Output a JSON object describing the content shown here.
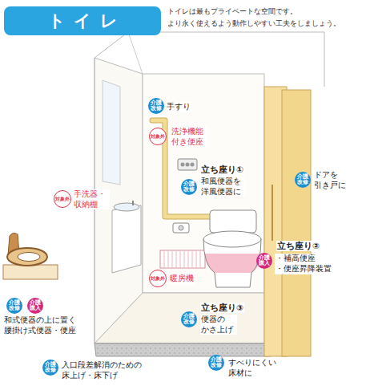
{
  "diagram": {
    "title": "トイレ",
    "nodes": [
      {
        "text": [
          "介護 改修"
        ]
      },
      {
        "text": [
          "対象外"
        ]
      },
      {
        "text": [
          "対象外"
        ]
      },
      {
        "text": [
          "介護 改修"
        ]
      },
      {
        "text": [
          "介護 改修"
        ]
      },
      {
        "text": [
          "介護 購入"
        ]
      },
      {
        "text": [
          "対象外"
        ]
      },
      {
        "text": [
          "介護 改修"
        ]
      },
      {
        "text": [
          "介護 購入"
        ]
      },
      {
        "text": [
          "介護 改修"
        ]
      },
      {
        "text": [
          "介護 改修"
        ]
      },
      {
        "text": [
          "介護 改修"
        ]
      }
    ],
    "labels": [
      "トイレは最もプライベートな空間です。",
      "より永く使えるよう動作しやすい工夫をしましょう。",
      "手すり",
      "洗浄機能 付き便座",
      "手洗器・ 収納棚",
      "立ち座り①",
      "和風便器を 洋風便器に",
      "ドアを 引き戸に",
      "立ち座り②",
      "・補高便座",
      "・便座昇降装置",
      "暖房機",
      "和式便器の上に置く 腰掛け式便器・便座",
      "立ち座り③",
      "便器の かさ上げ",
      "すべりにくい 床材に",
      "入口段差解消のための 床上げ・床下げ"
    ]
  }
}
